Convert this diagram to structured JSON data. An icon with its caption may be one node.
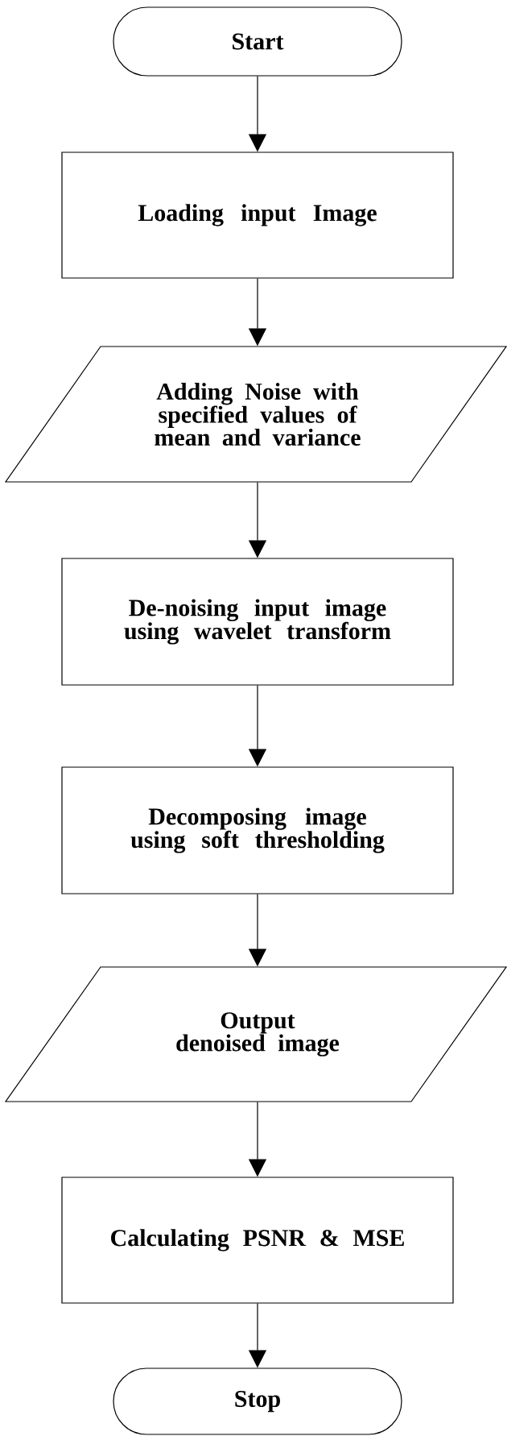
{
  "diagram": {
    "nodes": [
      {
        "text": [
          "Start"
        ]
      },
      {
        "text": [
          "Loading input Image"
        ]
      },
      {
        "text": [
          "Adding Noise with specified values of mean and variance"
        ]
      },
      {
        "text": [
          "De-noising input image using wavelet transform"
        ]
      },
      {
        "text": [
          "Decomposing image using soft thresholding"
        ]
      },
      {
        "text": [
          "Output denoised image"
        ]
      },
      {
        "text": [
          "Calculating PSNR & MSE"
        ]
      },
      {
        "text": [
          "Stop"
        ]
      }
    ],
    "edges": [
      {
        "from": 0,
        "to": 1,
        "arrow": "to"
      },
      {
        "from": 1,
        "to": 2,
        "arrow": "to"
      },
      {
        "from": 2,
        "to": 3,
        "arrow": "to"
      },
      {
        "from": 3,
        "to": 4,
        "arrow": "to"
      },
      {
        "from": 4,
        "to": 5,
        "arrow": "to"
      },
      {
        "from": 5,
        "to": 6,
        "arrow": "to"
      },
      {
        "from": 6,
        "to": 7,
        "arrow": "to"
      }
    ]
  }
}
